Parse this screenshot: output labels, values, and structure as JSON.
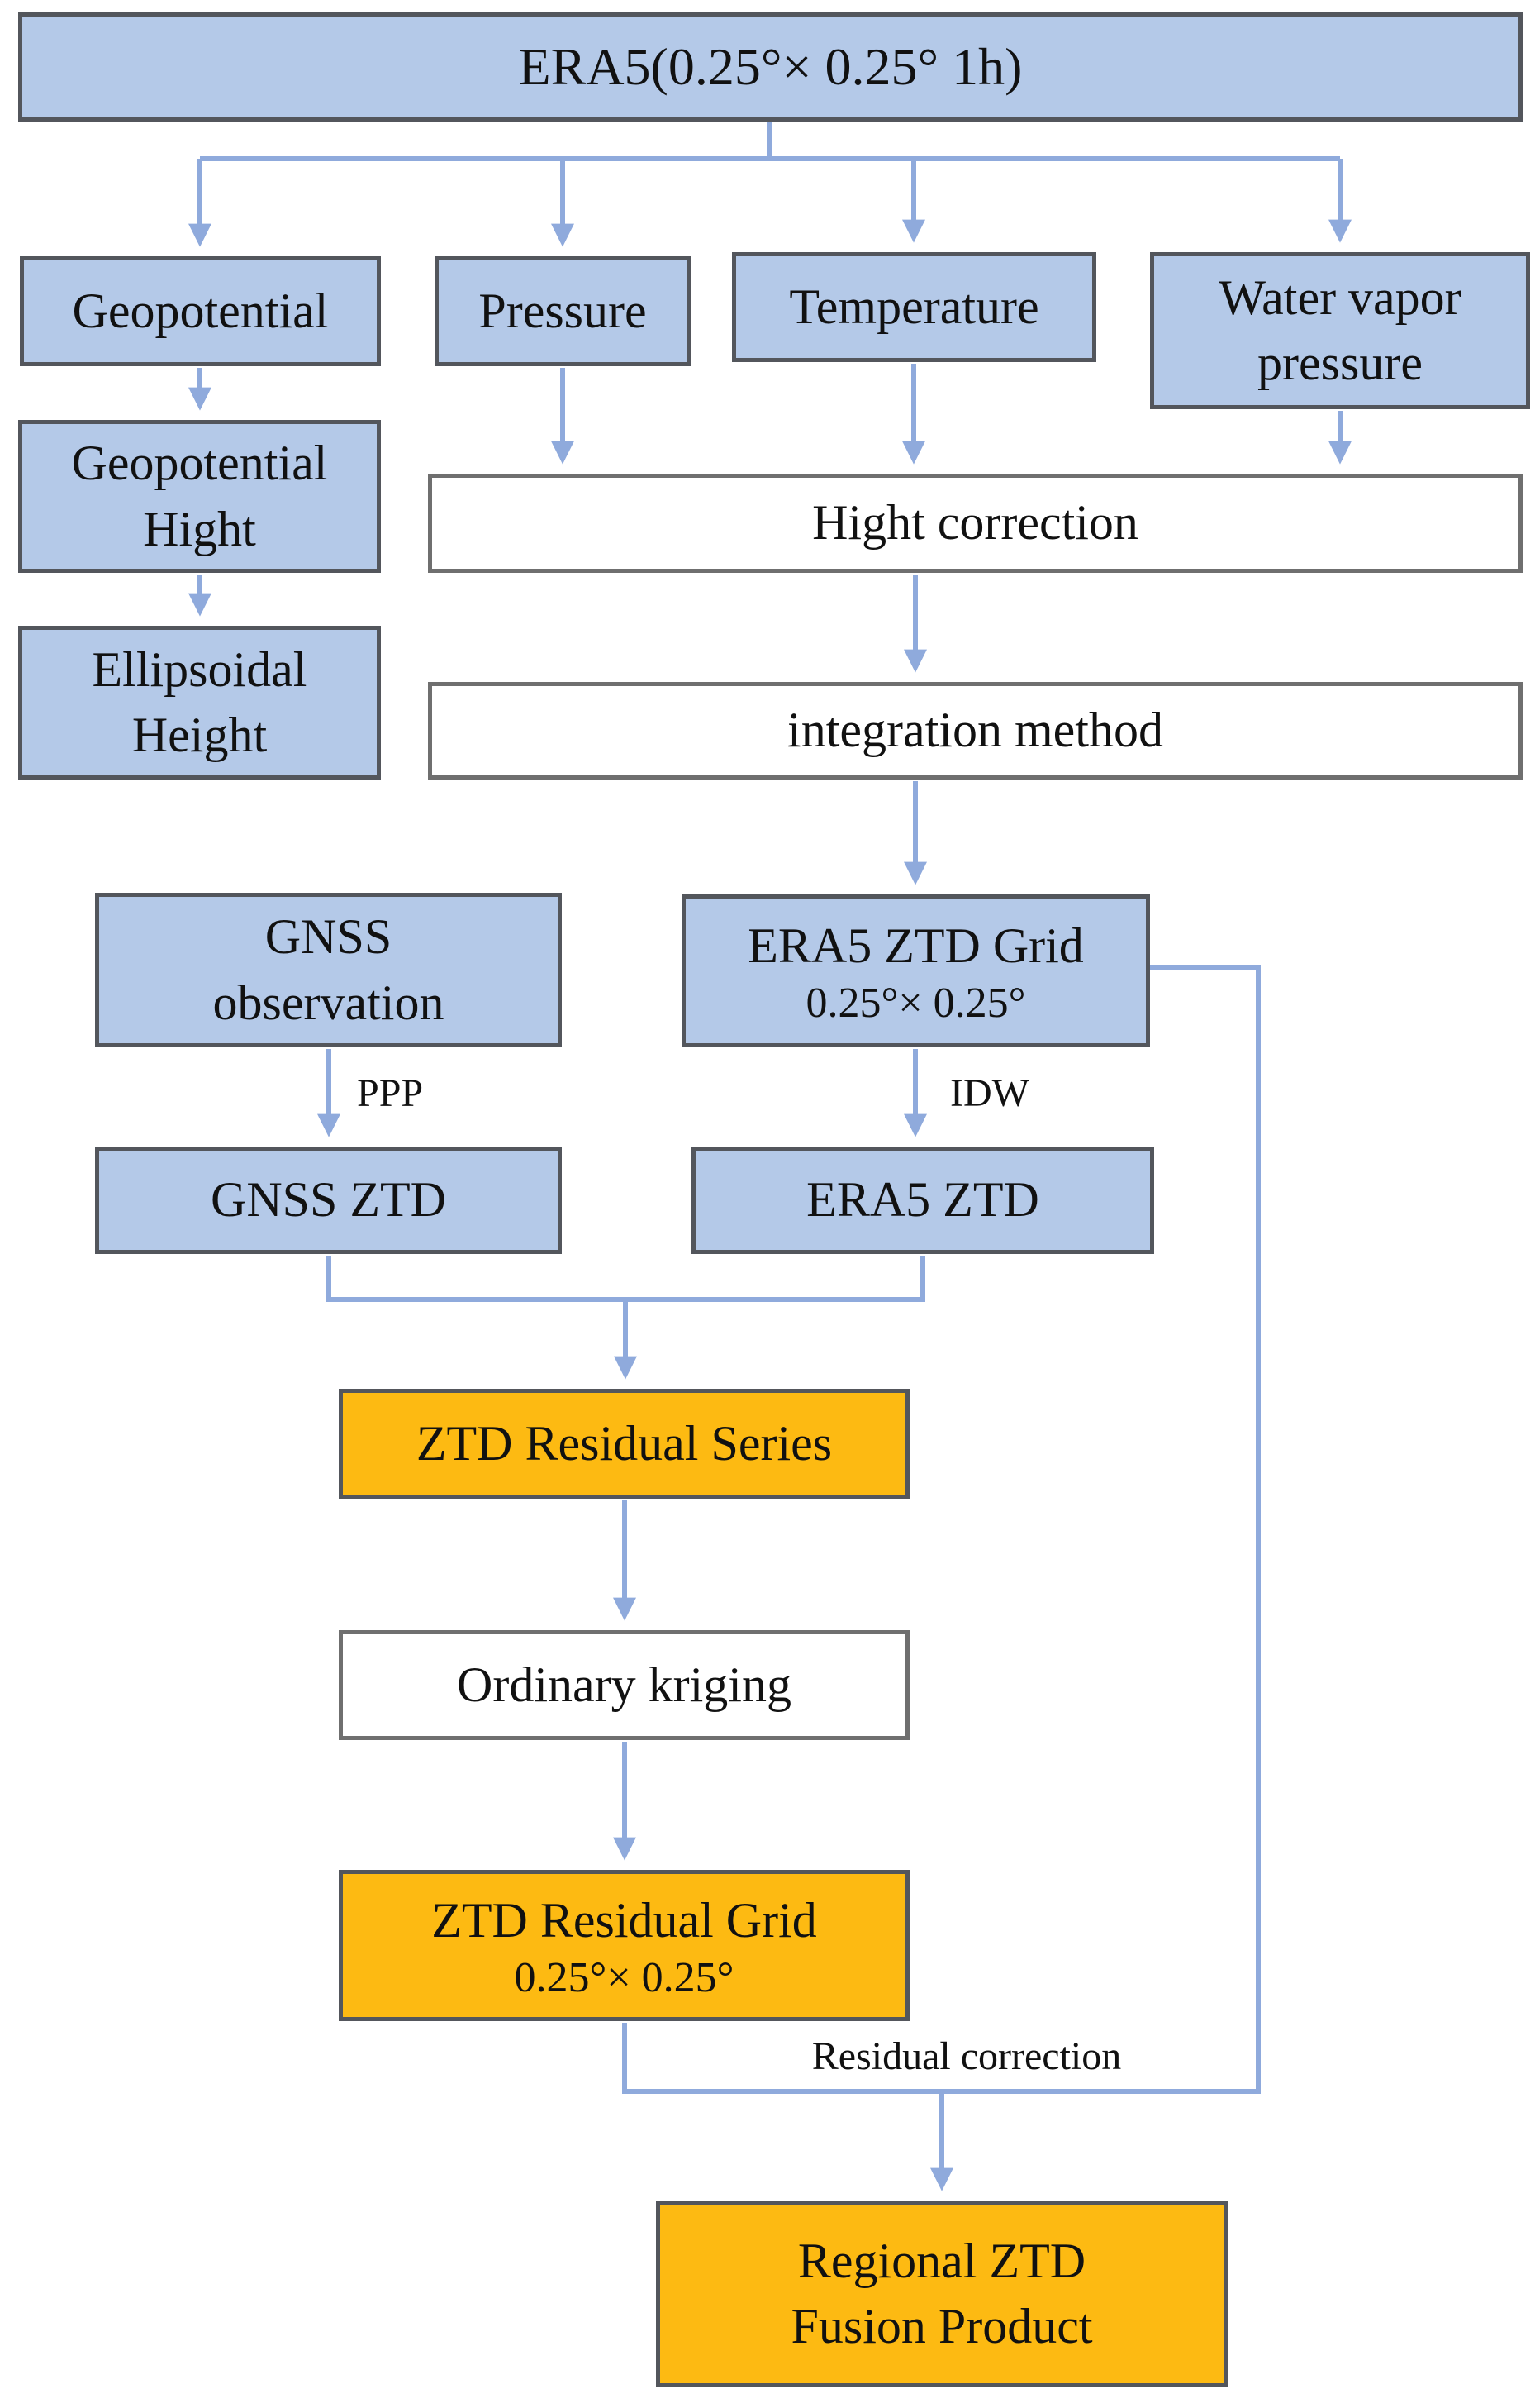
{
  "diagram": {
    "nodes": {
      "era5_source": {
        "label": "ERA5(0.25°× 0.25° 1h)"
      },
      "geopotential": {
        "label": "Geopotential"
      },
      "pressure": {
        "label": "Pressure"
      },
      "temperature": {
        "label": "Temperature"
      },
      "water_vapor": {
        "label": "Water vapor\npressure"
      },
      "geopotential_hight": {
        "label": "Geopotential\nHight"
      },
      "hight_correction": {
        "label": "Hight correction"
      },
      "ellipsoidal_height": {
        "label": "Ellipsoidal\nHeight"
      },
      "integration_method": {
        "label": "integration method"
      },
      "gnss_observation": {
        "label": "GNSS\nobservation"
      },
      "era5_ztd_grid": {
        "label": "ERA5 ZTD Grid",
        "sublabel": "0.25°× 0.25°"
      },
      "gnss_ztd": {
        "label": "GNSS ZTD"
      },
      "era5_ztd": {
        "label": "ERA5 ZTD"
      },
      "ztd_residual_series": {
        "label": "ZTD Residual Series"
      },
      "ordinary_kriging": {
        "label": "Ordinary kriging"
      },
      "ztd_residual_grid": {
        "label": "ZTD Residual Grid",
        "sublabel": "0.25°× 0.25°"
      },
      "regional_ztd": {
        "label": "Regional ZTD\nFusion Product"
      }
    },
    "edge_labels": {
      "ppp": "PPP",
      "idw": "IDW",
      "residual_correction": "Residual correction"
    },
    "colors": {
      "node_blue": "#b4c9e8",
      "node_orange": "#fdba12",
      "node_white": "#ffffff",
      "border_dark": "#53565c",
      "border_gray": "#6f6f6f",
      "arrow_blue": "#8faadc",
      "text": "#111111"
    }
  }
}
